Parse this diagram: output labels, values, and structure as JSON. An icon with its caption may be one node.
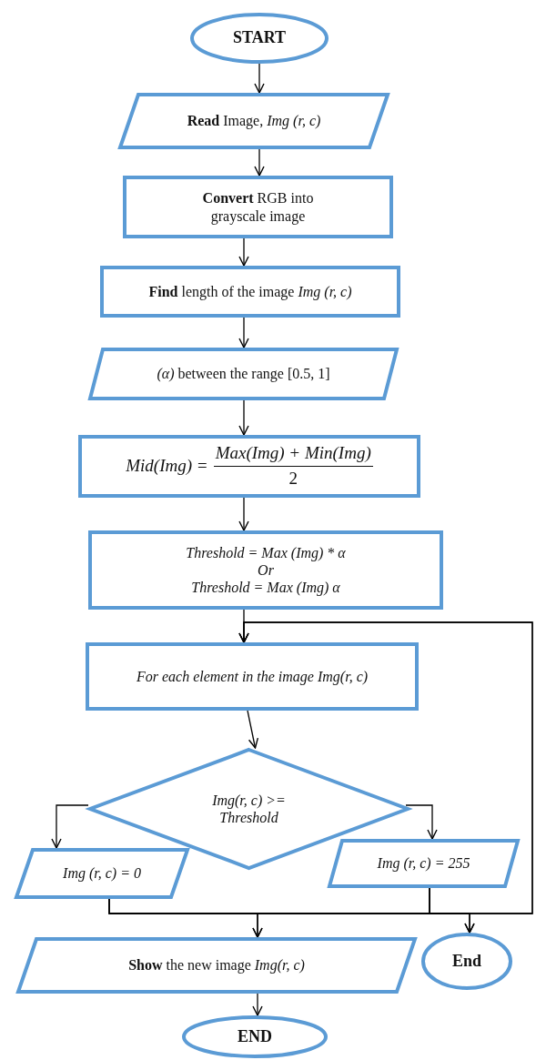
{
  "diagram": {
    "nodes": [
      {
        "text": [
          "START"
        ]
      },
      {
        "text": [
          "**Read** Image, *Img (r, c)*"
        ]
      },
      {
        "text": [
          "**Convert** RGB into grayscale image"
        ]
      },
      {
        "text": [
          "**Find** length of the image *Img (r, c)*"
        ]
      },
      {
        "text": [
          "*(α)* between the range [0.5, 1]"
        ]
      },
      {
        "text": [
          "Mid(Img) =",
          "Max(Img) + Min(Img)",
          "2"
        ]
      },
      {
        "text": [
          "Threshold = Max (Img) * α",
          "Or",
          "Threshold = Max (Img) α"
        ]
      },
      {
        "text": [
          "For each element in the image Img(r, c)"
        ]
      },
      {
        "text": [
          "Img(r, c) >= Threshold"
        ]
      },
      {
        "text": [
          "Img (r, c) = 0"
        ]
      },
      {
        "text": [
          "Img (r, c) = 255"
        ]
      },
      {
        "text": [
          "**Show** the new image *Img(r, c)*"
        ]
      },
      {
        "text": [
          "End"
        ]
      },
      {
        "text": [
          "END"
        ]
      }
    ],
    "edges": [
      {
        "from": 0,
        "to": 1,
        "arrow": "to"
      },
      {
        "from": 1,
        "to": 2,
        "arrow": "to"
      },
      {
        "from": 2,
        "to": 3,
        "arrow": "to"
      },
      {
        "from": 3,
        "to": 4,
        "arrow": "to"
      },
      {
        "from": 4,
        "to": 5,
        "arrow": "to"
      },
      {
        "from": 5,
        "to": 6,
        "arrow": "to"
      },
      {
        "from": 6,
        "to": 7,
        "arrow": "to"
      },
      {
        "from": 7,
        "to": 8,
        "arrow": "to"
      },
      {
        "from": 8,
        "to": 9,
        "arrow": "to"
      },
      {
        "from": 8,
        "to": 10,
        "arrow": "to"
      },
      {
        "from": 9,
        "to": 11,
        "arrow": "to"
      },
      {
        "from": 10,
        "to": 11,
        "arrow": "to"
      },
      {
        "from": 9,
        "to": 12,
        "arrow": "to"
      },
      {
        "from": 10,
        "to": 12,
        "arrow": "to"
      },
      {
        "from": 9,
        "to": 7,
        "arrow": "to"
      },
      {
        "from": 10,
        "to": 7,
        "arrow": "to"
      },
      {
        "from": 11,
        "to": 13,
        "arrow": "to"
      }
    ]
  }
}
